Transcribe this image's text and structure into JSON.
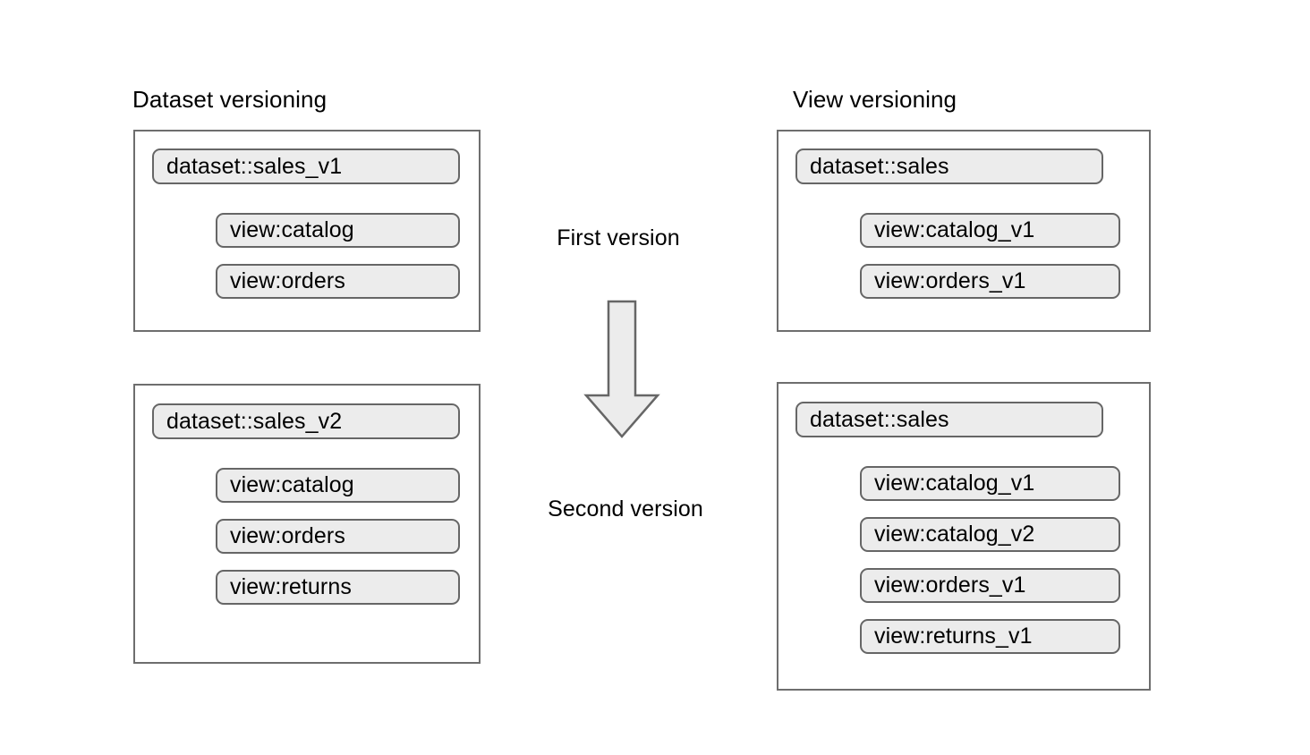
{
  "diagram": {
    "title_left": "Dataset versioning",
    "title_right": "View versioning",
    "stage_first": "First version",
    "stage_second": "Second version",
    "arrow_icon": "down-arrow-icon",
    "colors": {
      "pill_fill": "#ececec",
      "pill_border": "#666666",
      "box_border": "#6e6e6e",
      "arrow_fill": "#ececec",
      "arrow_border": "#666666",
      "text": "#000000",
      "background": "#ffffff"
    },
    "columns": [
      {
        "name": "dataset-versioning",
        "title": "Dataset versioning",
        "groups": [
          {
            "name": "dataset-versioning-v1-group",
            "stage": "First version",
            "dataset": "dataset::sales_v1",
            "views": [
              "view:catalog",
              "view:orders"
            ]
          },
          {
            "name": "dataset-versioning-v2-group",
            "stage": "Second version",
            "dataset": "dataset::sales_v2",
            "views": [
              "view:catalog",
              "view:orders",
              "view:returns"
            ]
          }
        ]
      },
      {
        "name": "view-versioning",
        "title": "View versioning",
        "groups": [
          {
            "name": "view-versioning-v1-group",
            "stage": "First version",
            "dataset": "dataset::sales",
            "views": [
              "view:catalog_v1",
              "view:orders_v1"
            ]
          },
          {
            "name": "view-versioning-v2-group",
            "stage": "Second version",
            "dataset": "dataset::sales",
            "views": [
              "view:catalog_v1",
              "view:catalog_v2",
              "view:orders_v1",
              "view:returns_v1"
            ]
          }
        ]
      }
    ]
  }
}
